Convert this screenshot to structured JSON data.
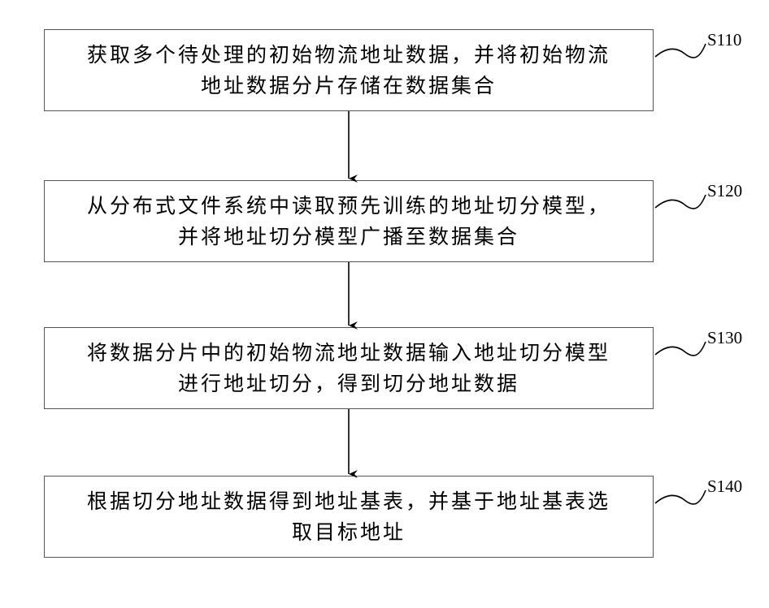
{
  "steps": [
    {
      "id": "S110",
      "lines": [
        "获取多个待处理的初始物流地址数据，并将初始物流",
        "地址数据分片存储在数据集合"
      ]
    },
    {
      "id": "S120",
      "lines": [
        "从分布式文件系统中读取预先训练的地址切分模型，",
        "并将地址切分模型广播至数据集合"
      ]
    },
    {
      "id": "S130",
      "lines": [
        "将数据分片中的初始物流地址数据输入地址切分模型",
        "进行地址切分，得到切分地址数据"
      ]
    },
    {
      "id": "S140",
      "lines": [
        "根据切分地址数据得到地址基表，并基于地址基表选",
        "取目标地址"
      ]
    }
  ],
  "colors": {
    "stroke": "#000000",
    "box_border": "#555555"
  }
}
